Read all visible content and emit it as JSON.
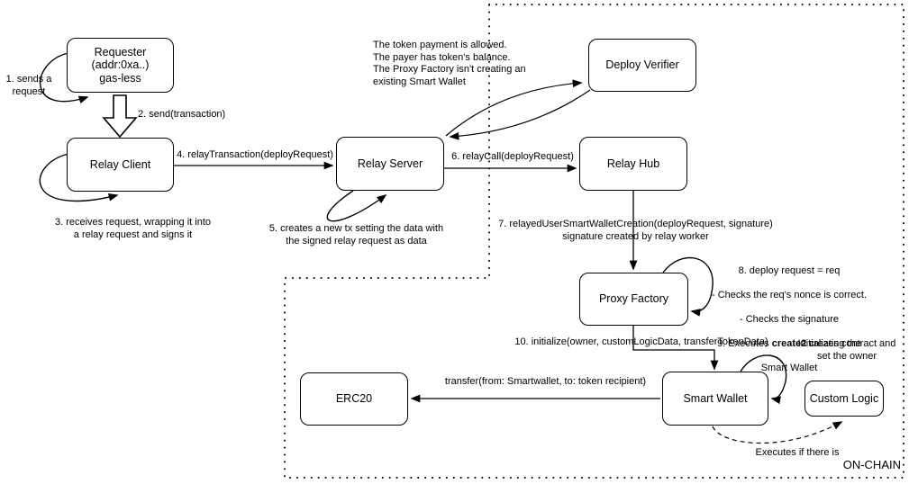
{
  "colors": {
    "stroke": "#000000",
    "background": "#ffffff"
  },
  "nodes": {
    "requester": {
      "label": "Requester\n(addr:0xa..)\ngas-less"
    },
    "relay_client": {
      "label": "Relay Client"
    },
    "relay_server": {
      "label": "Relay Server"
    },
    "deploy_verifier": {
      "label": "Deploy Verifier"
    },
    "relay_hub": {
      "label": "Relay Hub"
    },
    "proxy_factory": {
      "label": "Proxy Factory"
    },
    "smart_wallet": {
      "label": "Smart Wallet"
    },
    "custom_logic": {
      "label": "Custom Logic"
    },
    "erc20": {
      "label": "ERC20"
    }
  },
  "edges": {
    "e1": {
      "label": "1. sends a\nrequest"
    },
    "e2": {
      "label": "2. send(transaction)"
    },
    "e3": {
      "label": "3. receives request, wrapping it into\na relay request and signs it"
    },
    "e4": {
      "label": "4. relayTransaction(deployRequest)"
    },
    "e5": {
      "label": "5. creates a new tx setting the data with\nthe signed relay request as data"
    },
    "e6": {
      "label": "6. relayCall(deployRequest)"
    },
    "e7": {
      "label": "7. relayedUserSmartWalletCreation(deployRequest, signature)\nsignature created by relay worker"
    },
    "e10": {
      "label": "10. initialize(owner, customLogicData, transferTokenData)"
    },
    "transfer": {
      "label": "transfer(from: Smartwallet, to: token recipient)"
    },
    "executes_if": {
      "label": "Executes if there is"
    }
  },
  "notes": {
    "verifier_note": {
      "label": "The token payment is allowed.\nThe payer has token's balance.\nThe Proxy Factory isn't creating an\nexisting Smart Wallet"
    },
    "init_note": {
      "label": "Initializes contract and\nset the owner"
    },
    "checks_note": {
      "line1": "8. deploy request = req",
      "line2": "- Checks the req's nonce is correct.",
      "line3": "- Checks the signature",
      "line4_pre": "9. Executes ",
      "line4_bold": "create2",
      "line4_post": " creating the",
      "line5": "Smart Wallet"
    }
  },
  "region": {
    "onchain_label": "ON-CHAIN"
  }
}
